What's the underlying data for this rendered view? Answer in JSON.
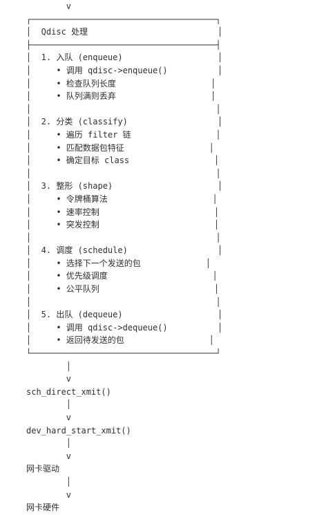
{
  "diagram": {
    "top_arrow": "        v",
    "box": {
      "top_border": "┌─────────────────────────────────────┐",
      "title_line": "│  Qdisc 处理                          │",
      "title_divider": "├─────────────────────────────────────┤",
      "sections": [
        {
          "heading": "│  1. 入队 (enqueue)                   │",
          "items": [
            "│     • 调用 qdisc->enqueue()          │",
            "│     • 检查队列长度                   │",
            "│     • 队列满则丢弃                   │"
          ]
        },
        {
          "heading": "│  2. 分类 (classify)                  │",
          "items": [
            "│     • 遍历 filter 链                 │",
            "│     • 匹配数据包特征                 │",
            "│     • 确定目标 class                 │"
          ]
        },
        {
          "heading": "│  3. 整形 (shape)                     │",
          "items": [
            "│     • 令牌桶算法                     │",
            "│     • 速率控制                       │",
            "│     • 突发控制                       │"
          ]
        },
        {
          "heading": "│  4. 调度 (schedule)                  │",
          "items": [
            "│     • 选择下一个发送的包             │",
            "│     • 优先级调度                     │",
            "│     • 公平队列                       │"
          ]
        },
        {
          "heading": "│  5. 出队 (dequeue)                   │",
          "items": [
            "│     • 调用 qdisc->dequeue()          │",
            "│     • 返回待发送的包                 │"
          ]
        }
      ],
      "blank_line": "│                                     │",
      "bottom_border": "└─────────────────────────────────────┘"
    },
    "flow": [
      {
        "connector": "        │",
        "arrow": "        v",
        "label": "sch_direct_xmit()"
      },
      {
        "connector": "        │",
        "arrow": "        v",
        "label": "dev_hard_start_xmit()"
      },
      {
        "connector": "        │",
        "arrow": "        v",
        "label": "网卡驱动"
      },
      {
        "connector": "        │",
        "arrow": "        v",
        "label": "网卡硬件"
      }
    ]
  }
}
